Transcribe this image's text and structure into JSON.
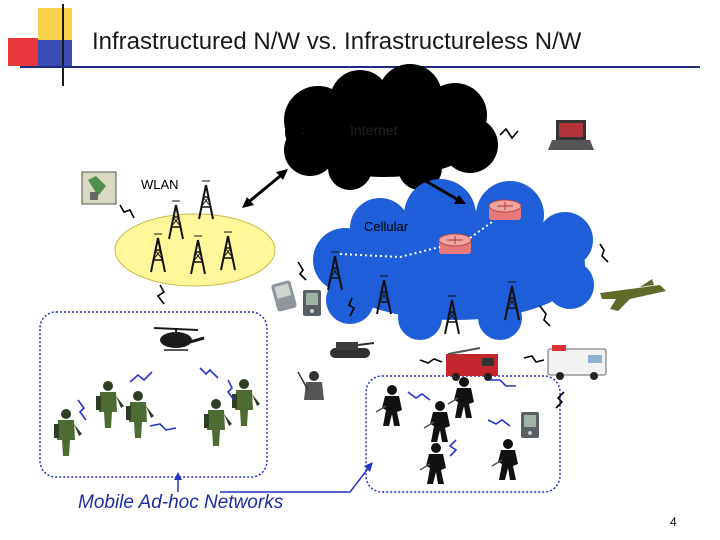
{
  "title": "Infrastructured N/W vs. Infrastructureless  N/W",
  "labels": {
    "internet": "Internet",
    "wlan": "WLAN",
    "cellular": "Cellular",
    "manet": "Mobile Ad-hoc Networks"
  },
  "page_number": "4",
  "colors": {
    "title_rule": "#1f2a80",
    "deco_yellow": "#f7d24a",
    "deco_red": "#e8383c",
    "deco_blue": "#3c4db5",
    "internet_cloud": "#000000",
    "wlan_fill": "#fff79a",
    "cellular_cloud": "#1e5ed8",
    "link_blue": "#2534c8",
    "manet_label": "#1d2f9e"
  },
  "icons": [
    "tower-icon",
    "router-icon",
    "laptop-icon",
    "pda-icon",
    "soldier-icon",
    "firefighter-icon",
    "tank-icon",
    "fire-truck-icon",
    "ambulance-icon",
    "jet-icon",
    "helicopter-icon",
    "building-icon"
  ]
}
